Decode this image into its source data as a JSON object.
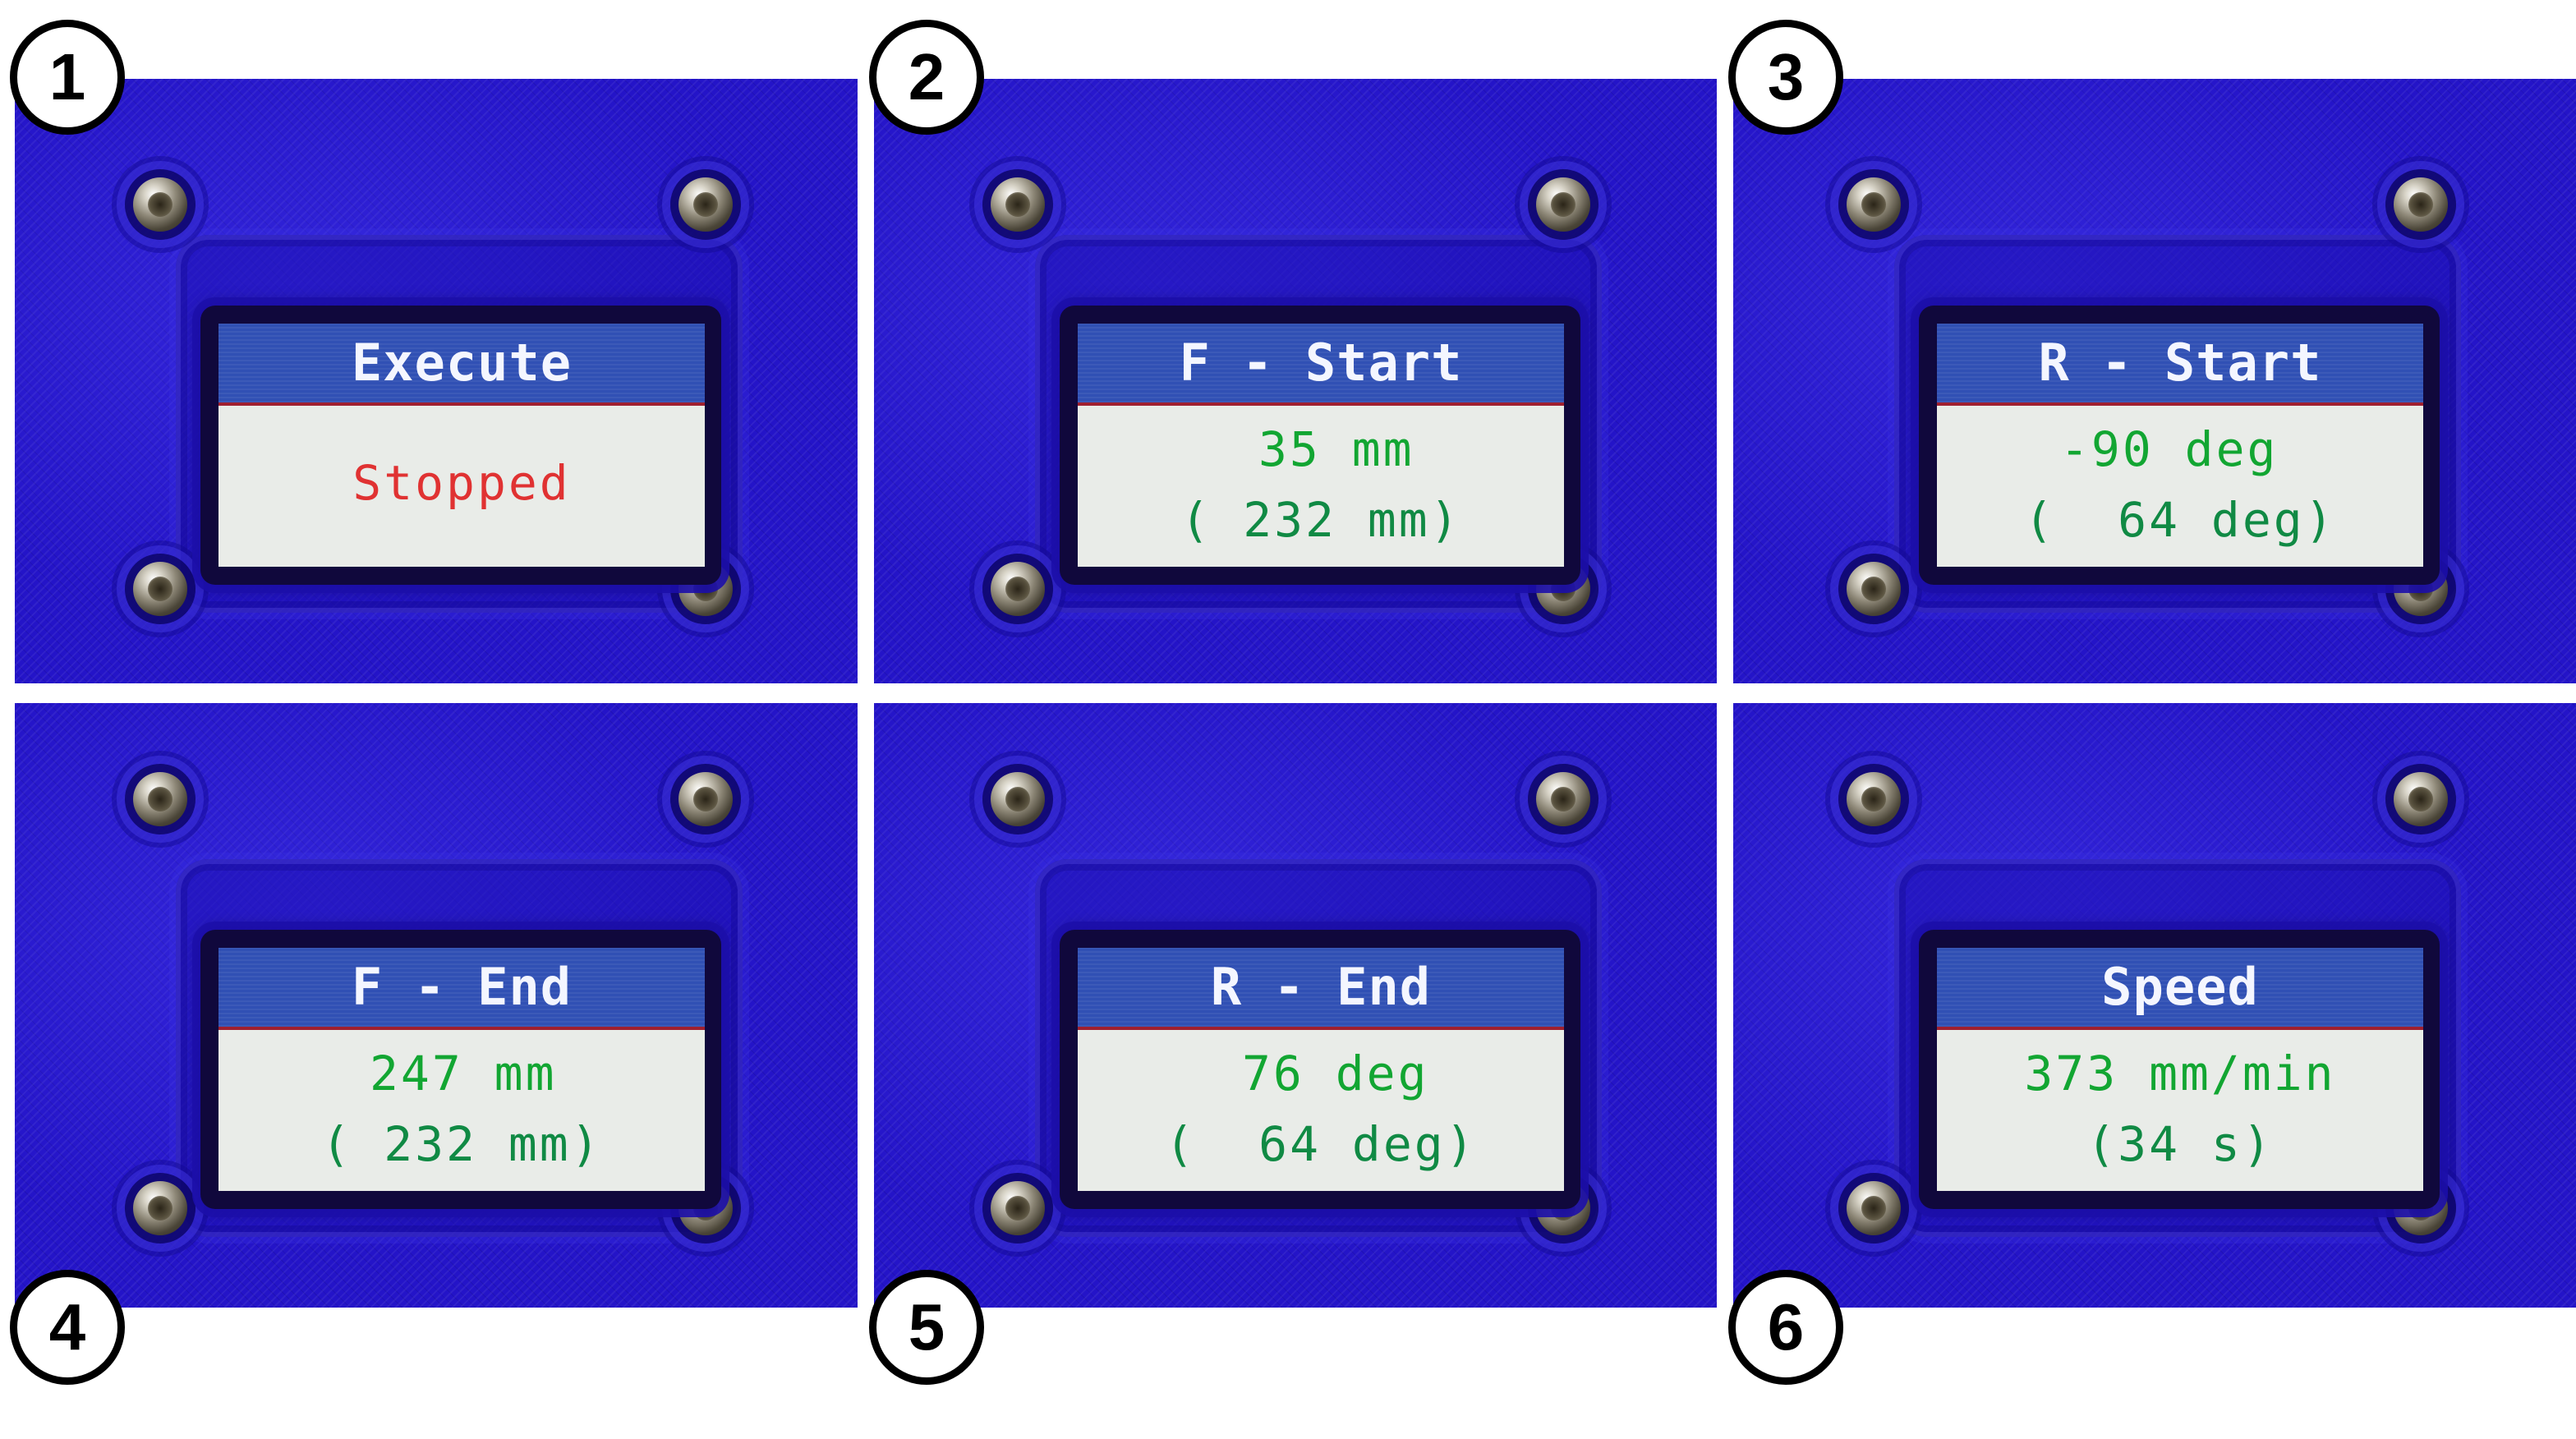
{
  "panels": [
    {
      "number": "1",
      "header": "Execute",
      "value": "Stopped",
      "value_color": "#e03232"
    },
    {
      "number": "2",
      "header": "F - Start",
      "line1": "35 mm",
      "line2": "( 232 mm)"
    },
    {
      "number": "3",
      "header": "R - Start",
      "line1": "-90 deg",
      "line2": "(  64 deg)"
    },
    {
      "number": "4",
      "header": "F - End",
      "line1": "247 mm",
      "line2": "( 232 mm)"
    },
    {
      "number": "5",
      "header": "R - End",
      "line1": "76 deg",
      "line2": "(  64 deg)"
    },
    {
      "number": "6",
      "header": "Speed",
      "line1": "373 mm/min",
      "line2": "(34 s)"
    }
  ],
  "colors": {
    "background": "#ffffff",
    "panel_blue": "#2414c8",
    "lcd_header": "#3050b4",
    "lcd_text_green": "#12a632",
    "lcd_text_red": "#e03232",
    "badge_border": "#000000"
  },
  "icons": [
    "screw-icon"
  ]
}
